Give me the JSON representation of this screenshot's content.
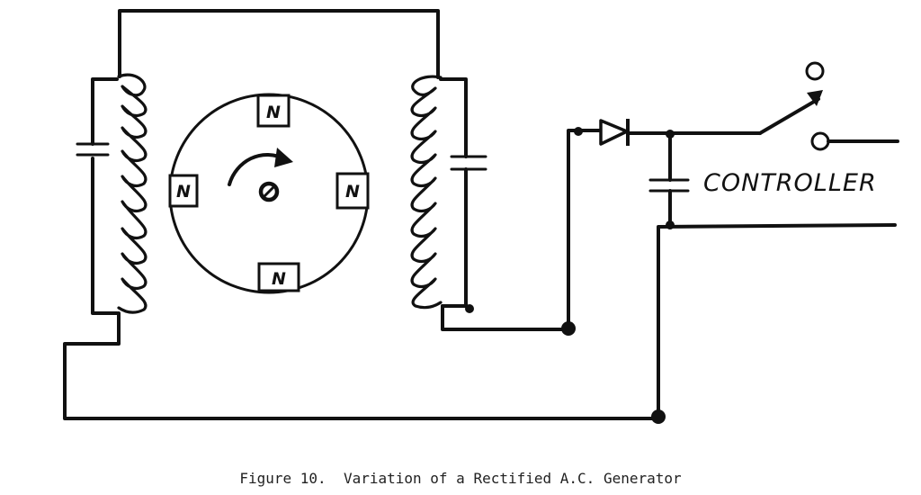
{
  "diagram": {
    "magnet_poles": [
      "N",
      "N",
      "N",
      "N"
    ],
    "controller_label": "CONTROLLER",
    "rotation_indicator": "arrow-clockwise-icon"
  },
  "caption": "Figure 10.  Variation of a Rectified A.C. Generator"
}
